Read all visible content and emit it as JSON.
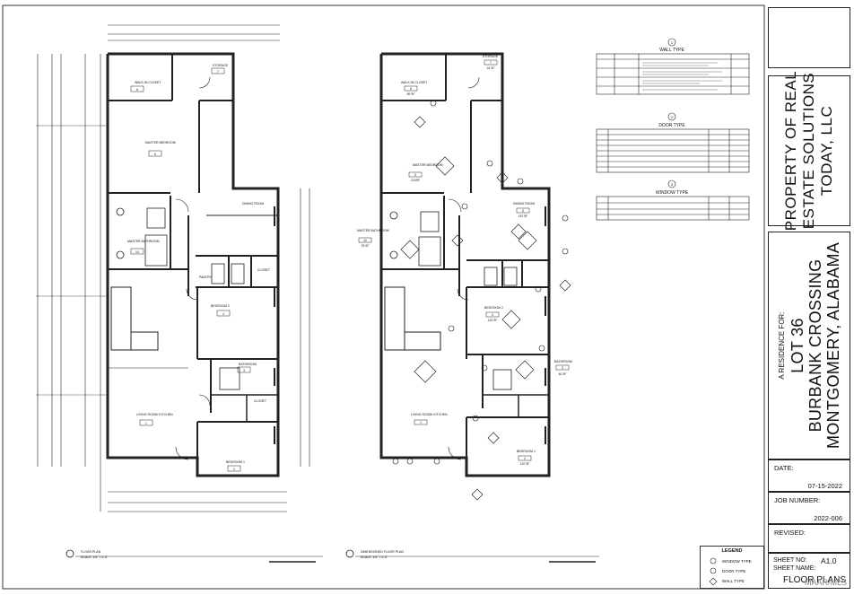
{
  "title_block": {
    "owner": [
      "PROPERTY OF REAL",
      "ESTATE SOLUTIONS",
      "TODAY, LLC"
    ],
    "residence_for": "A RESIDENCE FOR:",
    "project_lines": [
      "LOT 36",
      "BURBANK CROSSING",
      "MONTGOMERY, ALABAMA"
    ],
    "date_label": "DATE:",
    "date_value": "07-15-2022",
    "job_label": "JOB NUMBER:",
    "job_value": "2022-006",
    "revised_label": "REVISED:",
    "sheet_no_label": "SHEET NO:",
    "sheet_no_value": "A1.0",
    "sheet_name_label": "SHEET NAME:",
    "sheet_name_value": "FLOOR PLANS",
    "watermark": "MAAR/MLS"
  },
  "tables": {
    "wall_title": "WALL TYPE",
    "wall_marker": "1",
    "door_title": "DOOR TYPE",
    "door_marker": "2",
    "window_title": "WINDOW TYPE",
    "window_marker": "3"
  },
  "legend": {
    "title": "LEGEND",
    "items": [
      "WINDOW TYPE",
      "DOOR TYPE",
      "WALL TYPE"
    ]
  },
  "left_plan": {
    "rooms": [
      {
        "name": "WALK-IN CLOSET",
        "num": "6"
      },
      {
        "name": "STORAGE",
        "num": "7"
      },
      {
        "name": "MASTER BEDROOM",
        "num": "5"
      },
      {
        "name": "DINING ROOM",
        "num": ""
      },
      {
        "name": "MASTER BATHROOM",
        "num": "10"
      },
      {
        "name": "PANTRY",
        "num": ""
      },
      {
        "name": "CLOSET",
        "num": ""
      },
      {
        "name": "BEDROOM 2",
        "num": "4"
      },
      {
        "name": "BATHROOM",
        "num": "3"
      },
      {
        "name": "CLOSET",
        "num": ""
      },
      {
        "name": "LIVING ROOM/ KITCHEN",
        "num": "1"
      },
      {
        "name": "BEDROOM 1",
        "num": "2"
      }
    ],
    "caption": "FLOOR PLAN",
    "scale": "SCALE: 1/4\" = 1'-0\""
  },
  "right_plan": {
    "rooms": [
      {
        "name": "STORAGE",
        "num": "7",
        "area": "24 SF"
      },
      {
        "name": "WALK-IN CLOSET",
        "num": "6",
        "area": "69 SF"
      },
      {
        "name": "MASTER BEDROOM",
        "num": "5",
        "area": "224SF"
      },
      {
        "name": "DINING ROOM",
        "num": "8",
        "area": "192 SF"
      },
      {
        "name": "MASTER BATHROOM",
        "num": "10",
        "area": "75 SF"
      },
      {
        "name": "BEDROOM 2",
        "num": "4",
        "area": "120 SF"
      },
      {
        "name": "BATHROOM",
        "num": "3",
        "area": "40 SF"
      },
      {
        "name": "LIVING ROOM/ KITCHEN",
        "num": "1",
        "area": ""
      },
      {
        "name": "BEDROOM 1",
        "num": "2",
        "area": "120 SF"
      }
    ],
    "caption": "DIMENSIONED FLOOR PLAN",
    "scale": "SCALE: 1/4\" = 1'-0\""
  }
}
